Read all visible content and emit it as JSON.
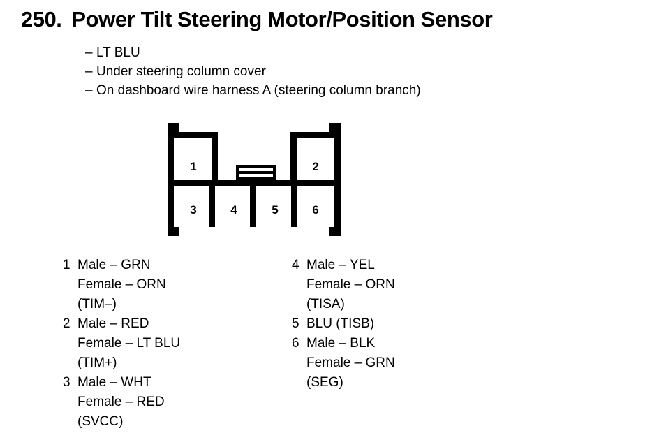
{
  "header": {
    "number": "250.",
    "title": "Power Tilt Steering Motor/Position Sensor"
  },
  "notes": {
    "dash": "–",
    "items": [
      "LT BLU",
      "Under steering column cover",
      "On dashboard wire harness A (steering column branch)"
    ]
  },
  "connector": {
    "top_row": [
      "1",
      "2"
    ],
    "bottom_row": [
      "3",
      "4",
      "5",
      "6"
    ],
    "cavity_count": 6,
    "outline_color": "#000000",
    "fill_color": "#ffffff"
  },
  "legend": {
    "left_column": [
      {
        "index": "1",
        "lines": [
          "Male – GRN",
          "Female – ORN",
          "(TIM–)"
        ]
      },
      {
        "index": "2",
        "lines": [
          "Male – RED",
          "Female – LT BLU",
          "(TIM+)"
        ]
      },
      {
        "index": "3",
        "lines": [
          "Male – WHT",
          "Female – RED",
          "(SVCC)"
        ]
      }
    ],
    "right_column": [
      {
        "index": "4",
        "lines": [
          "Male – YEL",
          "Female – ORN",
          "(TISA)"
        ]
      },
      {
        "index": "5",
        "lines": [
          "BLU (TISB)"
        ]
      },
      {
        "index": "6",
        "lines": [
          "Male – BLK",
          "Female – GRN",
          "(SEG)"
        ]
      }
    ]
  }
}
